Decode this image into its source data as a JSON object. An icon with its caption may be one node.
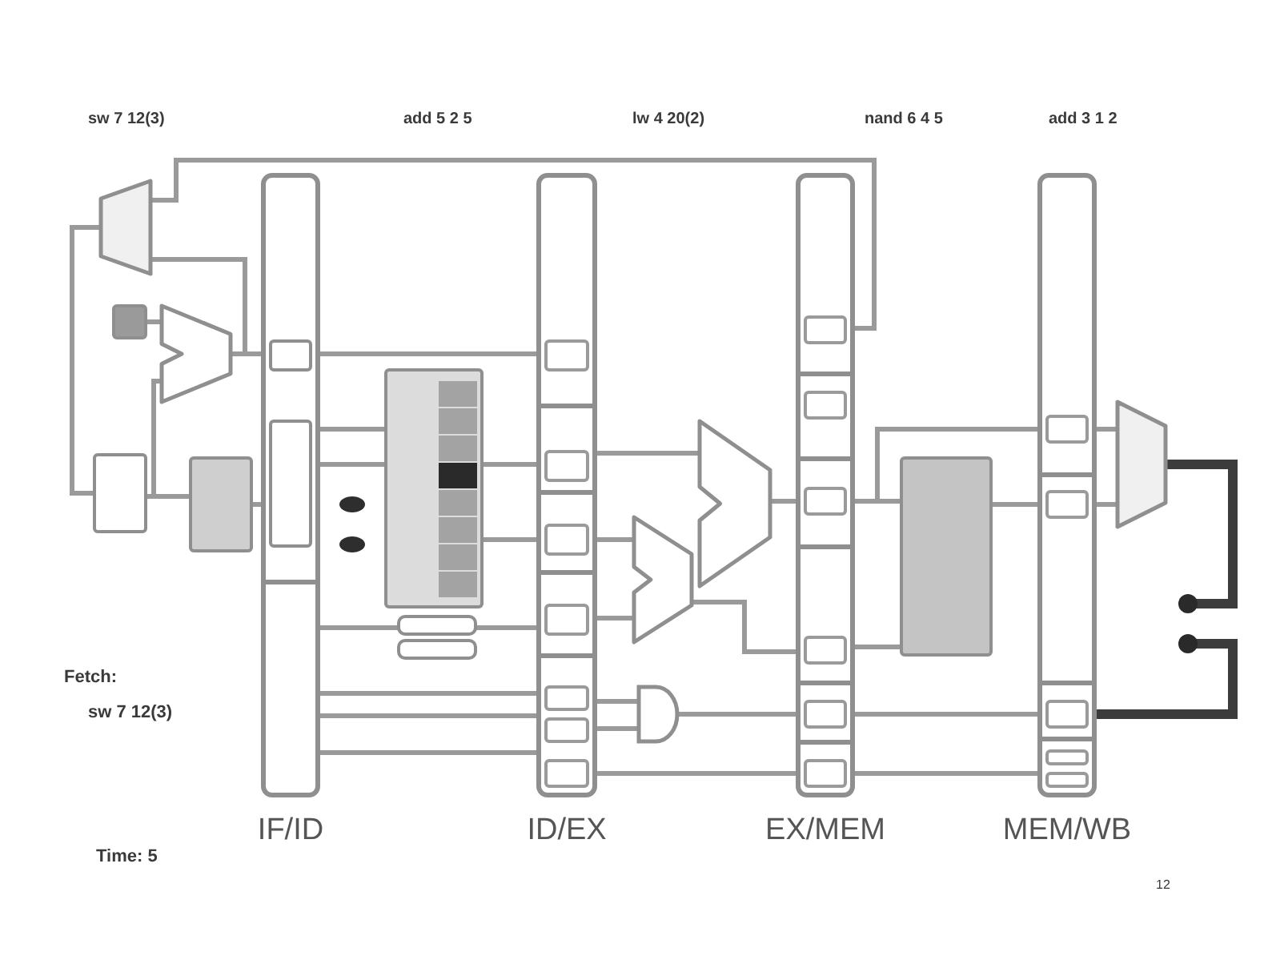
{
  "diagram": {
    "nodes": [
      {
        "text": [],
        "shape": "trapezoid"
      },
      {
        "text": [],
        "shape": "box"
      },
      {
        "text": [],
        "shape": "adder"
      },
      {
        "text": [],
        "shape": "box"
      },
      {
        "text": [],
        "shape": "box"
      },
      {
        "text": [
          "IF/ID"
        ]
      },
      {
        "text": [],
        "shape": "box"
      },
      {
        "text": [
          "ID/EX"
        ]
      },
      {
        "text": [],
        "shape": "alu"
      },
      {
        "text": [],
        "shape": "alu"
      },
      {
        "text": [],
        "shape": "gate"
      },
      {
        "text": [
          "EX/MEM"
        ]
      },
      {
        "text": [],
        "shape": "box"
      },
      {
        "text": [
          "MEM/WB"
        ]
      },
      {
        "text": [],
        "shape": "trapezoid"
      },
      {
        "text": [],
        "shape": "box",
        "in": 5
      },
      {
        "text": [],
        "shape": "box",
        "in": 5
      }
    ],
    "edges": [
      {
        "from": 11,
        "to": 0,
        "arrow": "none"
      },
      {
        "from": 0,
        "to": 3,
        "arrow": "none"
      },
      {
        "from": 3,
        "to": 4,
        "arrow": "none"
      },
      {
        "from": 3,
        "to": 2,
        "arrow": "none"
      },
      {
        "from": 1,
        "to": 2,
        "arrow": "none"
      },
      {
        "from": 2,
        "to": 5,
        "arrow": "none"
      },
      {
        "from": 2,
        "to": 0,
        "arrow": "none"
      },
      {
        "from": 4,
        "to": 5,
        "arrow": "none"
      },
      {
        "from": 5,
        "to": 6,
        "arrow": "none"
      },
      {
        "from": 5,
        "to": 6,
        "arrow": "none"
      },
      {
        "from": 6,
        "to": 7,
        "arrow": "none"
      },
      {
        "from": 6,
        "to": 7,
        "arrow": "none"
      },
      {
        "from": 5,
        "to": 7,
        "arrow": "none"
      },
      {
        "from": 5,
        "to": 7,
        "arrow": "none"
      },
      {
        "from": 5,
        "to": 7,
        "arrow": "none"
      },
      {
        "from": 5,
        "to": 7,
        "arrow": "none"
      },
      {
        "from": 5,
        "to": 7,
        "arrow": "none"
      },
      {
        "from": 7,
        "to": 8,
        "arrow": "none"
      },
      {
        "from": 7,
        "to": 9,
        "arrow": "none"
      },
      {
        "from": 7,
        "to": 9,
        "arrow": "none"
      },
      {
        "from": 7,
        "to": 10,
        "arrow": "none"
      },
      {
        "from": 7,
        "to": 10,
        "arrow": "none"
      },
      {
        "from": 8,
        "to": 11,
        "arrow": "none"
      },
      {
        "from": 9,
        "to": 11,
        "arrow": "none"
      },
      {
        "from": 10,
        "to": 11,
        "arrow": "none"
      },
      {
        "from": 7,
        "to": 11,
        "arrow": "none"
      },
      {
        "from": 11,
        "to": 12,
        "arrow": "none"
      },
      {
        "from": 11,
        "to": 12,
        "arrow": "none"
      },
      {
        "from": 12,
        "to": 13,
        "arrow": "none"
      },
      {
        "from": 11,
        "to": 13,
        "arrow": "none"
      },
      {
        "from": 11,
        "to": 13,
        "arrow": "none"
      },
      {
        "from": 11,
        "to": 13,
        "arrow": "none"
      },
      {
        "from": 13,
        "to": 14,
        "arrow": "none"
      },
      {
        "from": 13,
        "to": 14,
        "arrow": "none"
      },
      {
        "from": 14,
        "to": null,
        "arrow": "other",
        "style": "thick",
        "color": "#3c3c3c"
      },
      {
        "from": 13,
        "to": null,
        "arrow": "other",
        "style": "thick",
        "color": "#3c3c3c"
      }
    ],
    "labels": [
      "sw 7 12(3)",
      "add 5 2 5",
      "lw 4 20(2)",
      "nand 6 4 5",
      "add 3 1 2",
      "Fetch:",
      "sw 7 12(3)",
      "Time: 5",
      "12"
    ]
  }
}
